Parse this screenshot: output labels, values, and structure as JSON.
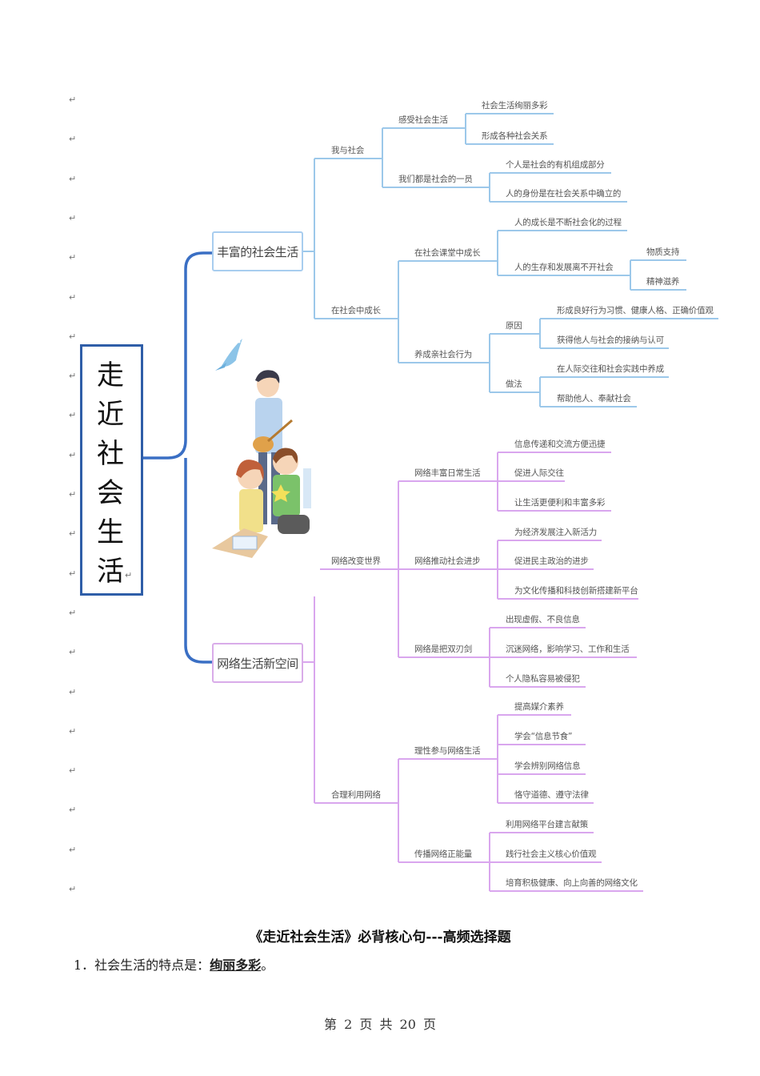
{
  "paragraph_mark": "↵",
  "mindmap": {
    "root": "走近社会生活",
    "colors": {
      "main": "#3a6fc4",
      "blue": "#9cc8ea",
      "purple": "#d9a6ee",
      "root_border": "#2f5ea8"
    },
    "branches": [
      {
        "label": "丰富的社会生活"
      },
      {
        "label": "网络生活新空间"
      }
    ],
    "blue_nodes": [
      "我与社会",
      "感受社会生活",
      "社会生活绚丽多彩",
      "形成各种社会关系",
      "我们都是社会的一员",
      "个人是社会的有机组成部分",
      "人的身份是在社会关系中确立的",
      "在社会中成长",
      "在社会课堂中成长",
      "人的成长是不断社会化的过程",
      "人的生存和发展离不开社会",
      "物质支持",
      "精神滋养",
      "养成亲社会行为",
      "原因",
      "形成良好行为习惯、健康人格、正确价值观",
      "获得他人与社会的接纳与认可",
      "做法",
      "在人际交往和社会实践中养成",
      "帮助他人、奉献社会"
    ],
    "purple_nodes": [
      "网络改变世界",
      "网络丰富日常生活",
      "信息传递和交流方便迅捷",
      "促进人际交往",
      "让生活更便利和丰富多彩",
      "网络推动社会进步",
      "为经济发展注入新活力",
      "促进民主政治的进步",
      "为文化传播和科技创新搭建新平台",
      "网络是把双刃剑",
      "出现虚假、不良信息",
      "沉迷网络，影响学习、工作和生活",
      "个人隐私容易被侵犯",
      "合理利用网络",
      "理性参与网络生活",
      "提高媒介素养",
      "学会“信息节食”",
      "学会辨别网络信息",
      "恪守道德、遵守法律",
      "传播网络正能量",
      "利用网络平台建言献策",
      "践行社会主义核心价值观",
      "培育积极健康、向上向善的网络文化"
    ]
  },
  "section": {
    "heading": "《走近社会生活》必背核心句---高频选择题",
    "question_prefix": "1．社会生活的特点是：",
    "answer": "绚丽多彩",
    "question_suffix": "。"
  },
  "footer": {
    "text": "第 2 页 共 20 页"
  }
}
